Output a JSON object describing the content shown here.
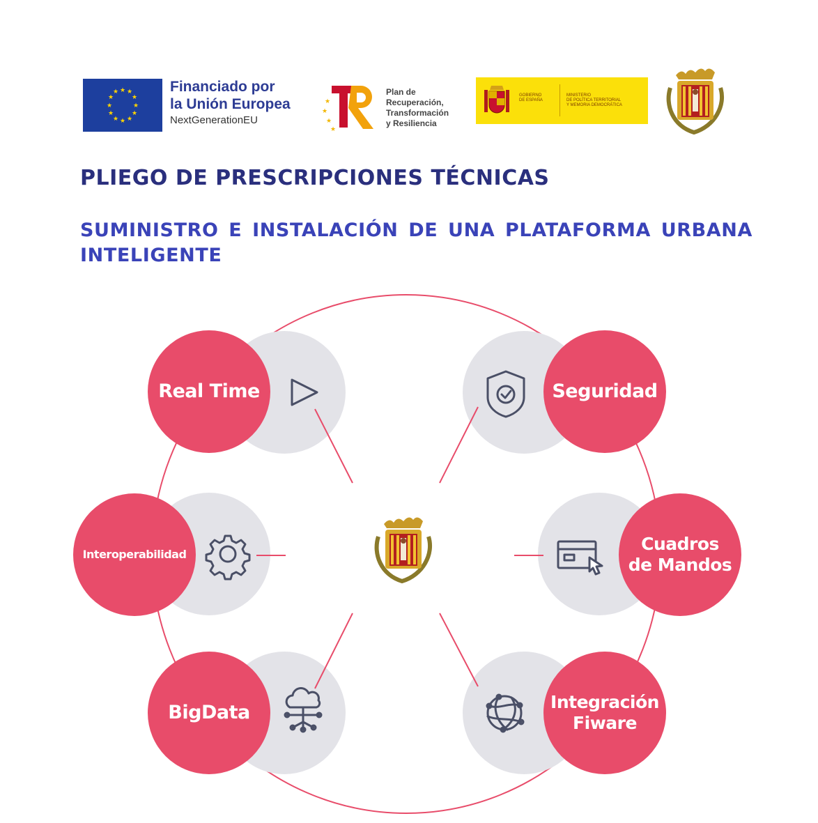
{
  "logos": {
    "eu": {
      "line1": "Financiado por",
      "line2": "la Unión Europea",
      "line3": "NextGenerationEU"
    },
    "prtr": {
      "line1": "Plan de",
      "line2": "Recuperación,",
      "line3": "Transformación",
      "line4": "y Resiliencia"
    },
    "gov": {
      "line1": "GOBIERNO",
      "line2": "DE ESPAÑA",
      "ministry1": "MINISTERIO",
      "ministry2": "DE POLÍTICA TERRITORIAL",
      "ministry3": "Y MEMORIA DEMOCRÁTICA"
    }
  },
  "document": {
    "title": "PLIEGO DE PRESCRIPCIONES TÉCNICAS",
    "subtitle": "SUMINISTRO E INSTALACIÓN DE UNA PLATAFORMA URBANA INTELIGENTE"
  },
  "diagram": {
    "nodes": [
      {
        "label": "Real Time",
        "icon": "play-icon"
      },
      {
        "label": "Seguridad",
        "icon": "shield-check-icon"
      },
      {
        "label": "Interoperabilidad",
        "icon": "gear-icon"
      },
      {
        "label_line1": "Cuadros",
        "label_line2": "de Mandos",
        "icon": "dashboard-card-icon"
      },
      {
        "label": "BigData",
        "icon": "cloud-network-icon"
      },
      {
        "label_line1": "Integración",
        "label_line2": "Fiware",
        "icon": "globe-network-icon"
      }
    ],
    "center_icon": "coat-of-arms-icon"
  },
  "colors": {
    "accent": "#e84c6a",
    "gray_circle": "#e3e3e8",
    "title": "#2a2f7d",
    "subtitle": "#3a43b8",
    "icon_stroke": "#4a4f66"
  }
}
